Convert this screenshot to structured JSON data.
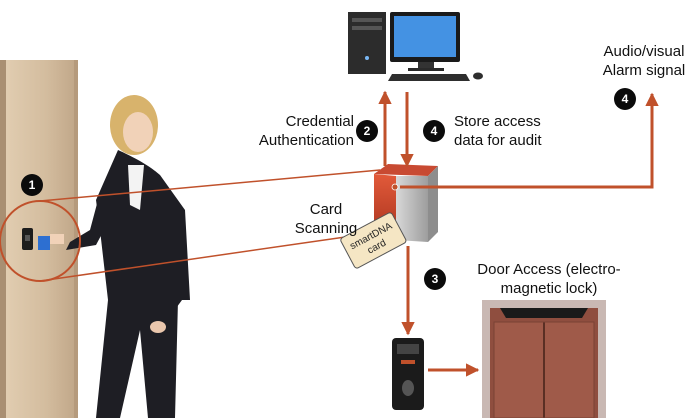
{
  "badges": {
    "card_scanning": "1",
    "credential_authentication": "2",
    "door_access": "3",
    "store_access_data": "4",
    "alarm_signal": "4"
  },
  "labels": {
    "audio_visual_alarm": [
      "Audio/visual",
      "Alarm signal"
    ],
    "credential_authentication": [
      "Credential",
      "Authentication"
    ],
    "store_access_data": [
      "Store access",
      "data for audit"
    ],
    "card_scanning": [
      "Card",
      "Scanning"
    ],
    "door_access": [
      "Door Access (electro-",
      "magnetic lock)"
    ]
  },
  "card": {
    "line1": "smartDNA",
    "line2": "card"
  },
  "colors": {
    "arrow": "#c0512b",
    "controller": "#c9442c",
    "elevator": "#9a5847",
    "door_frame": "#cbb49a",
    "badge": "#0b0b0b"
  },
  "icons": {
    "computer": "desktop-computer-icon",
    "controller": "access-controller-icon",
    "reader": "fingerprint-reader-icon",
    "elevator": "elevator-door-icon"
  }
}
